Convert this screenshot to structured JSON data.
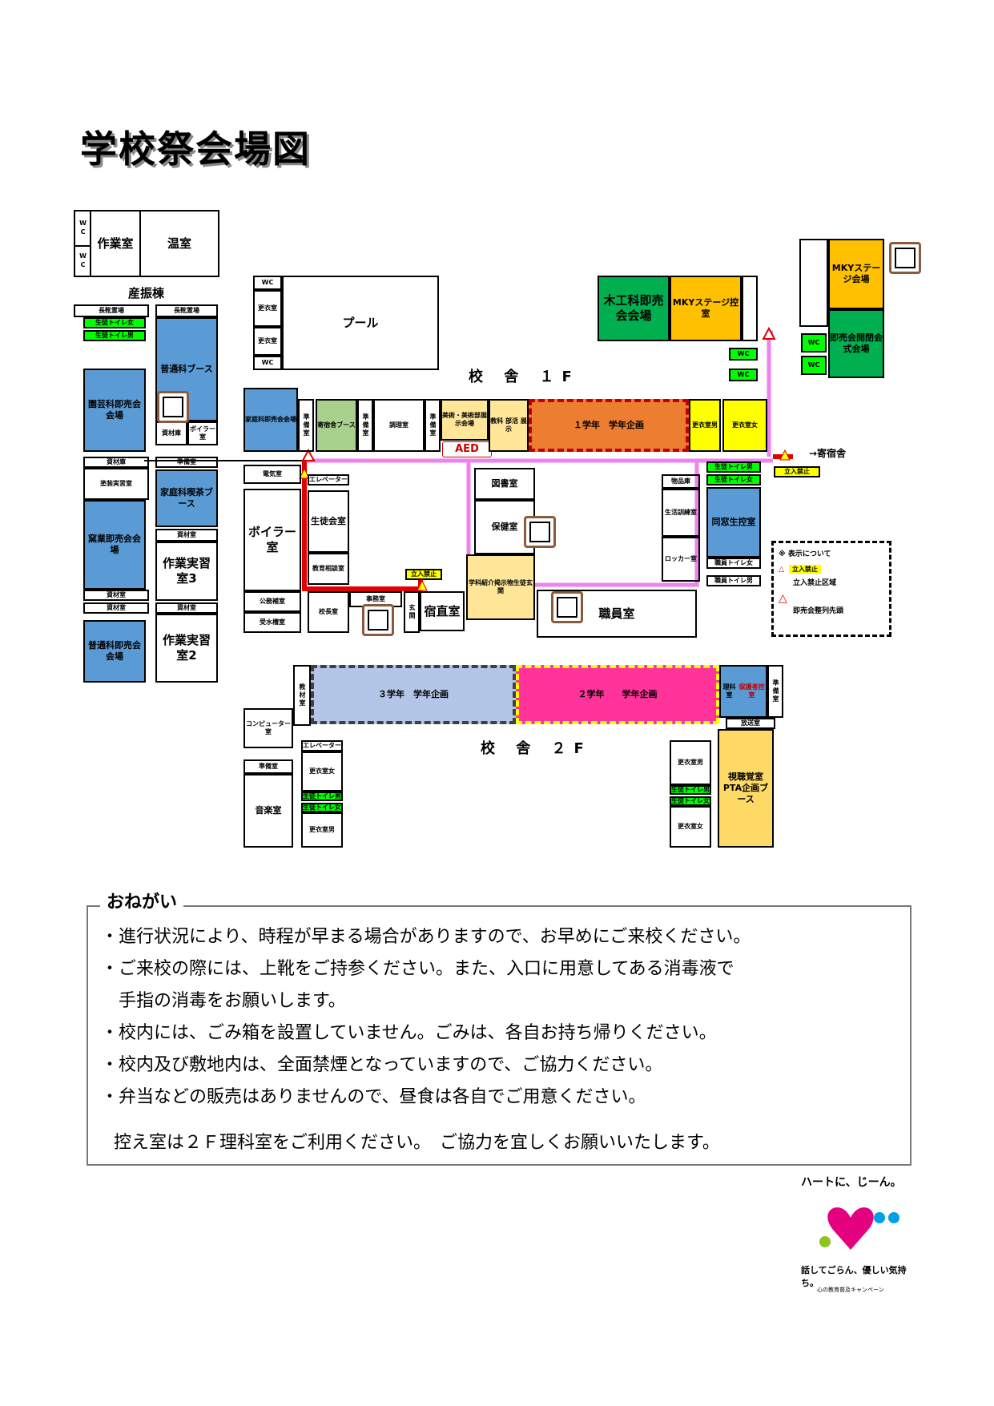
{
  "title": "学校祭会場図",
  "map": {
    "floor1_label": "校 舎 １F",
    "floor2_label": "校 舎 ２F",
    "sanshin_label": "産振棟",
    "kishukusha_arrow": "→寄宿舎",
    "aed": "AED",
    "rooms": {
      "sagyoshitsu": "作業室",
      "onshitsu": "温室",
      "wc": "WC",
      "w_c_v": "WC",
      "choryosho1": "長靴置場",
      "choryosho2": "長靴置場",
      "toilet1": "生徒トイレ女",
      "toilet2": "生徒トイレ男",
      "futsuka_booth": "普通科ブース",
      "engei": "園芸科即売会会場",
      "shizaiko": "資材庫",
      "boiler_small": "ボイラー室",
      "shizai1": "資材庫",
      "tosou": "塗装実習室",
      "yogyo": "窯業即売会会場",
      "shizai2": "資材室",
      "shizai3": "資材室",
      "futsuka_sokubai": "普通科即売会会場",
      "junbi1": "準備室",
      "katei_kissa": "家庭科喫茶ブース",
      "shizai4": "資材室",
      "sagyo3": "作業実習室3",
      "shizai5": "資材室",
      "sagyo2": "作業実習室2",
      "pool": "プール",
      "kouishitsu1": "更衣室",
      "kouishitsu2": "更衣室",
      "mokko": "木工科即売会会場",
      "mky_hikae": "MKYステージ控室",
      "mky_stage": "MKYステージ会場",
      "sokubai_kaikai": "即売会開閉会式会場",
      "katei_sokubai": "家庭科即売会会場",
      "junbi2": "準備室",
      "kishuku_booth": "寄宿舎ブース",
      "junbi3": "準備室",
      "chorishitsu": "調理室",
      "junbi4": "準備室",
      "bijutsu": "美術・美術部展示会場",
      "kyoka_bu": "教科 部活 展示",
      "grade1": "１学年　学年企画",
      "kouishitsu_m": "更衣室男",
      "kouishitsu_f": "更衣室女",
      "denki": "電気室",
      "elevator": "エレベーター",
      "boiler": "ボイラー室",
      "seito_kaishitsu": "生徒会室",
      "kyoiku_sodan": "教育相談室",
      "kobai": "公務補室",
      "jusui": "受水槽室",
      "kocho": "校長室",
      "jimu": "事務室",
      "genkan": "玄関",
      "shukuchoku": "宿直室",
      "toshoshitsu": "図書室",
      "hokenshitsu": "保健室",
      "gakka_shokai": "学科紹介掲示物生徒玄関",
      "shokuinshitsu": "職員室",
      "buppin": "物品庫",
      "seikatsu_kunren": "生活訓練室",
      "locker": "ロッカー室",
      "toilet3": "生徒トイレ男",
      "toilet4": "生徒トイレ女",
      "dosoukai": "同窓生控室",
      "shokuin_toilet1": "職員トイレ女",
      "shokuin_toilet2": "職員トイレ男",
      "tachiiri": "立入禁止",
      "tachiiri2": "立入禁止",
      "kyozai": "教材室",
      "grade3": "３学年　学年企画",
      "grade2": "２学年　　学年企画",
      "rikashitsu": "理科室",
      "hogosha": "保護者控室",
      "junbi5": "準備室",
      "hoso": "放送室",
      "computer": "コンピューター室",
      "junbi6": "準備室",
      "ongaku": "音楽室",
      "elevator2": "エレベーター",
      "kouishitsu_f2": "更衣室女",
      "toilet5": "生徒トイレ男",
      "toilet6": "生徒トイレ女",
      "kouishitsu_m2": "更衣室男",
      "kouishitsu_m3": "更衣室男",
      "toilet7": "生徒トイレ男",
      "toilet8": "生徒トイレ女",
      "kouishitsu_f3": "更衣室女",
      "shichokaku": "視聴覚室PTA企画ブース"
    },
    "legend": {
      "heading": "※ 表示について",
      "tachiiri": "立入禁止",
      "item1": "立入禁止区域",
      "item2": "即売会整列先頭"
    }
  },
  "notice": {
    "title": "おねがい",
    "items": [
      "・進行状況により、時程が早まる場合がありますので、お早めにご来校ください。",
      "・ご来校の際には、上靴をご持参ください。また、入口に用意してある消毒液で",
      "　手指の消毒をお願いします。",
      "・校内には、ごみ箱を設置していません。ごみは、各自お持ち帰りください。",
      "・校内及び敷地内は、全面禁煙となっていますので、ご協力ください。",
      "・弁当などの販売はありませんので、昼食は各自でご用意ください。"
    ],
    "closing": "控え室は２Ｆ理科室をご利用ください。　ご協力を宜しくお願いいたします。"
  },
  "logo": {
    "top": "ハートに、じーん。",
    "bottom": "話してごらん、優しい気持ち。",
    "caption": "心の教育普及キャンペーン"
  },
  "colors": {
    "blue": "#5b9bd5",
    "green": "#00b050",
    "yellow": "#ffc000",
    "orange": "#ed7d31",
    "pink": "#ff3399",
    "corridor": "#ee82ee",
    "emergency": "#e00000"
  }
}
